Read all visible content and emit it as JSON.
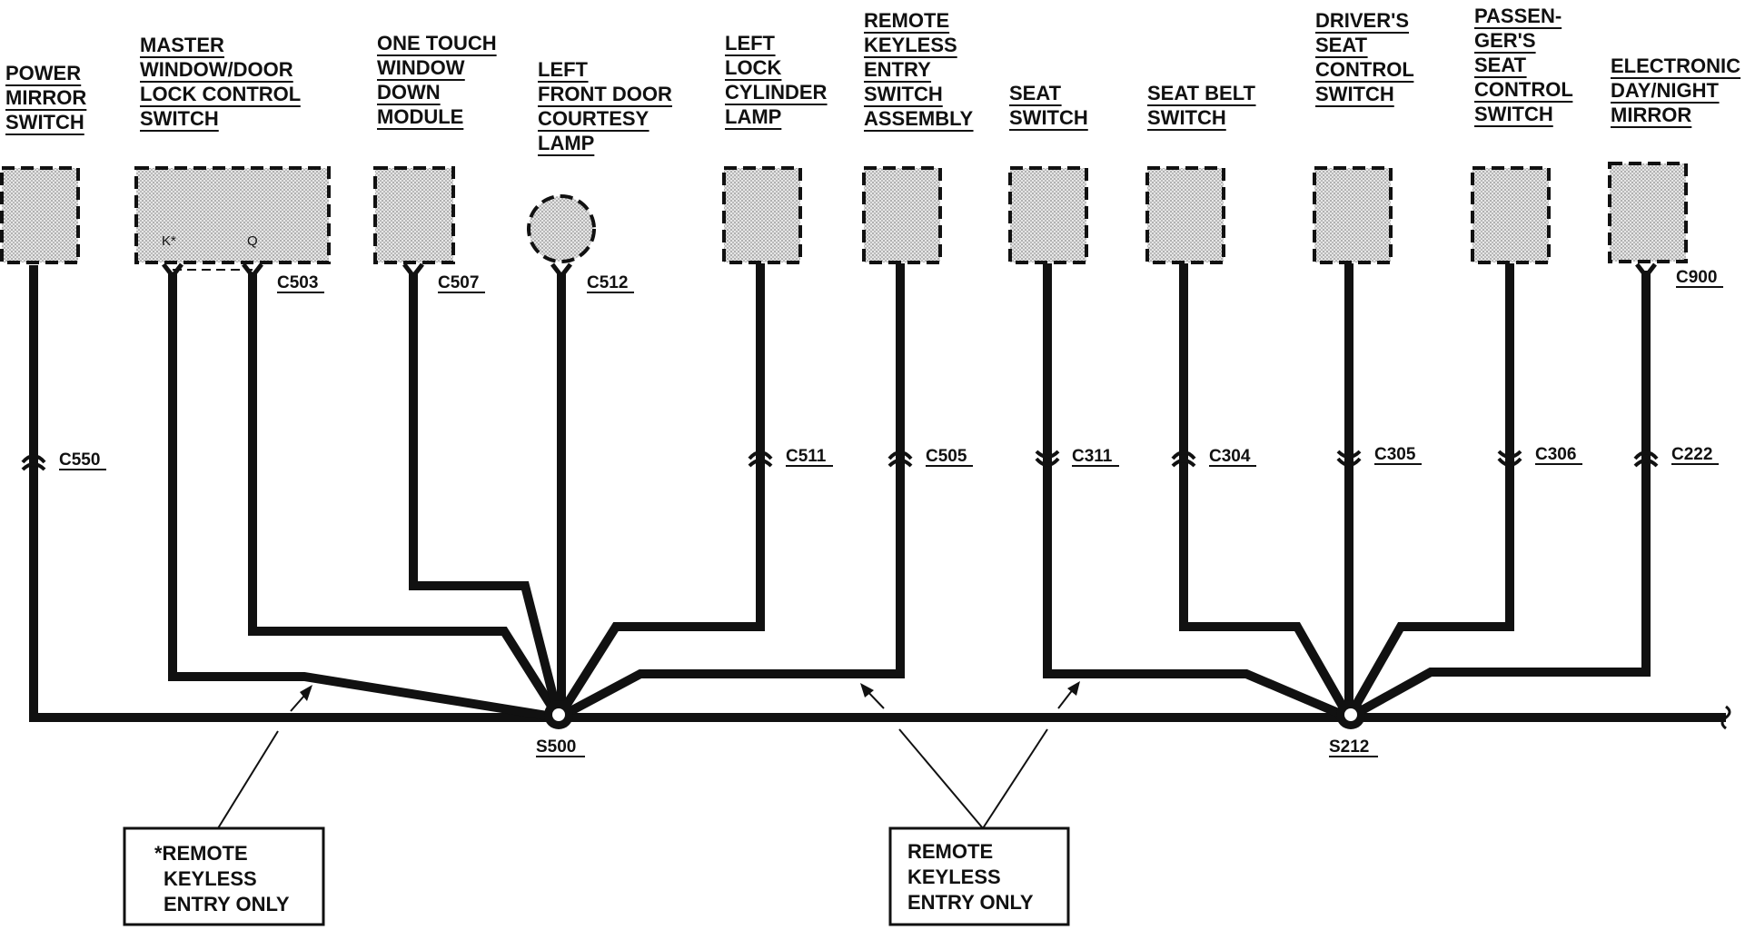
{
  "components": [
    {
      "id": "power-mirror-switch",
      "label_lines": [
        "POWER",
        "MIRROR",
        "SWITCH"
      ],
      "connector": ""
    },
    {
      "id": "master-window-door-lock-control-switch",
      "label_lines": [
        "MASTER",
        "WINDOW/DOOR",
        "LOCK CONTROL",
        "SWITCH"
      ],
      "connector": "C503",
      "pin_labels": [
        "K*",
        "Q"
      ]
    },
    {
      "id": "one-touch-window-down-module",
      "label_lines": [
        "ONE TOUCH",
        "WINDOW",
        "DOWN",
        "MODULE"
      ],
      "connector": "C507"
    },
    {
      "id": "left-front-door-courtesy-lamp",
      "label_lines": [
        "LEFT",
        "FRONT DOOR",
        "COURTESY",
        "LAMP"
      ],
      "connector": "C512"
    },
    {
      "id": "left-lock-cylinder-lamp",
      "label_lines": [
        "LEFT",
        "LOCK",
        "CYLINDER",
        "LAMP"
      ],
      "connector": ""
    },
    {
      "id": "remote-keyless-entry-switch-assembly",
      "label_lines": [
        "REMOTE",
        "KEYLESS",
        "ENTRY",
        "SWITCH",
        "ASSEMBLY"
      ],
      "connector": ""
    },
    {
      "id": "seat-switch",
      "label_lines": [
        "SEAT",
        "SWITCH"
      ],
      "connector": ""
    },
    {
      "id": "seat-belt-switch",
      "label_lines": [
        "SEAT BELT",
        "SWITCH"
      ],
      "connector": ""
    },
    {
      "id": "drivers-seat-control-switch",
      "label_lines": [
        "DRIVER'S",
        "SEAT",
        "CONTROL",
        "SWITCH"
      ],
      "connector": ""
    },
    {
      "id": "passengers-seat-control-switch",
      "label_lines": [
        "PASSEN-",
        "GER'S",
        "SEAT",
        "CONTROL",
        "SWITCH"
      ],
      "connector": ""
    },
    {
      "id": "electronic-day-night-mirror",
      "label_lines": [
        "ELECTRONIC",
        "DAY/NIGHT",
        "MIRROR"
      ],
      "connector": "C900"
    }
  ],
  "inline_connectors": [
    "C550",
    "C511",
    "C505",
    "C311",
    "C304",
    "C305",
    "C306",
    "C222"
  ],
  "splices": [
    "S500",
    "S212"
  ],
  "notes": [
    {
      "id": "note-remote-keyless-asterisk",
      "lines": [
        "*REMOTE",
        "KEYLESS",
        "ENTRY ONLY"
      ]
    },
    {
      "id": "note-remote-keyless",
      "lines": [
        "REMOTE",
        "KEYLESS",
        "ENTRY ONLY"
      ]
    }
  ]
}
